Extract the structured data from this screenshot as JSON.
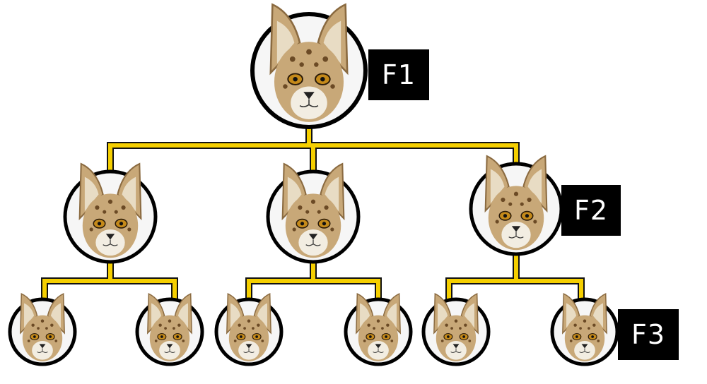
{
  "generations": [
    {
      "label": "F1"
    },
    {
      "label": "F2"
    },
    {
      "label": "F3"
    }
  ],
  "nodes": {
    "f1": {
      "label": "serval-cat-portrait"
    },
    "f2": [
      {
        "label": "serval-cat-portrait"
      },
      {
        "label": "serval-cat-portrait"
      },
      {
        "label": "serval-cat-portrait"
      }
    ],
    "f3": [
      {
        "label": "serval-cat-portrait"
      },
      {
        "label": "serval-cat-portrait"
      },
      {
        "label": "serval-cat-portrait"
      },
      {
        "label": "serval-cat-portrait"
      },
      {
        "label": "serval-cat-portrait"
      },
      {
        "label": "serval-cat-portrait"
      }
    ]
  },
  "colors": {
    "connector": "#f5cf00",
    "connector_outline": "#111111",
    "ring": "#000000",
    "fur": "#c8a878",
    "fur_dark": "#6b4a25",
    "muzzle": "#f2ede2",
    "eye": "#c58a1a",
    "label_bg": "#000000",
    "label_text": "#ffffff"
  }
}
